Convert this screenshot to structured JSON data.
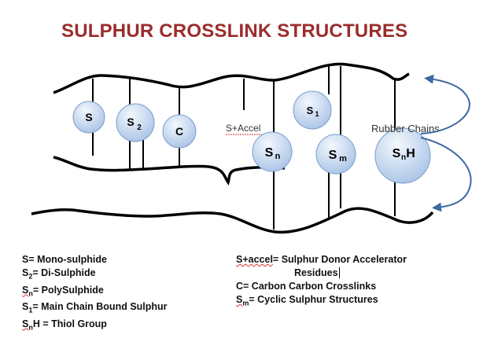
{
  "title": "SULPHUR CROSSLINK STRUCTURES",
  "diagram": {
    "nodes": [
      {
        "id": "S",
        "label": "S",
        "sub": ""
      },
      {
        "id": "S2",
        "label": "S",
        "sub": "2"
      },
      {
        "id": "C",
        "label": "C",
        "sub": ""
      },
      {
        "id": "Sn",
        "label": "S",
        "sub": "n"
      },
      {
        "id": "S1",
        "label": "S",
        "sub": "1"
      },
      {
        "id": "Sm",
        "label": "S",
        "sub": "m"
      },
      {
        "id": "SnH",
        "label": "S",
        "sub": "n",
        "suffix": "H"
      }
    ],
    "labels": {
      "s_accel": "S+Accel",
      "rubber_chains": "Rubber Chains"
    },
    "colors": {
      "node_fill_top": "#eef4fb",
      "node_fill_bottom": "#a9c3e6",
      "node_stroke": "#7a9cc9",
      "arrow": "#3f6aa3",
      "chain": "#000000"
    }
  },
  "legend": {
    "left": [
      {
        "sym": "S",
        "sub": "",
        "text": "= Mono-sulphide"
      },
      {
        "sym": "S",
        "sub": "2",
        "text": "= Di-Sulphide"
      },
      {
        "sym": "S",
        "sub": "n",
        "text": "= PolySulphide"
      },
      {
        "sym": "S",
        "sub": "1",
        "text": "= Main Chain Bound Sulphur"
      },
      {
        "sym": "S",
        "sub": "n",
        "text": "H = Thiol Group"
      }
    ],
    "right": [
      {
        "sym": "S+accel",
        "text": "=  Sulphur Donor Accelerator"
      },
      {
        "sym": "",
        "text": "Residues"
      },
      {
        "sym": "C",
        "text": "= Carbon Carbon Crosslinks"
      },
      {
        "sym": "S",
        "sub": "m",
        "text": "= Cyclic Sulphur Structures"
      }
    ]
  }
}
